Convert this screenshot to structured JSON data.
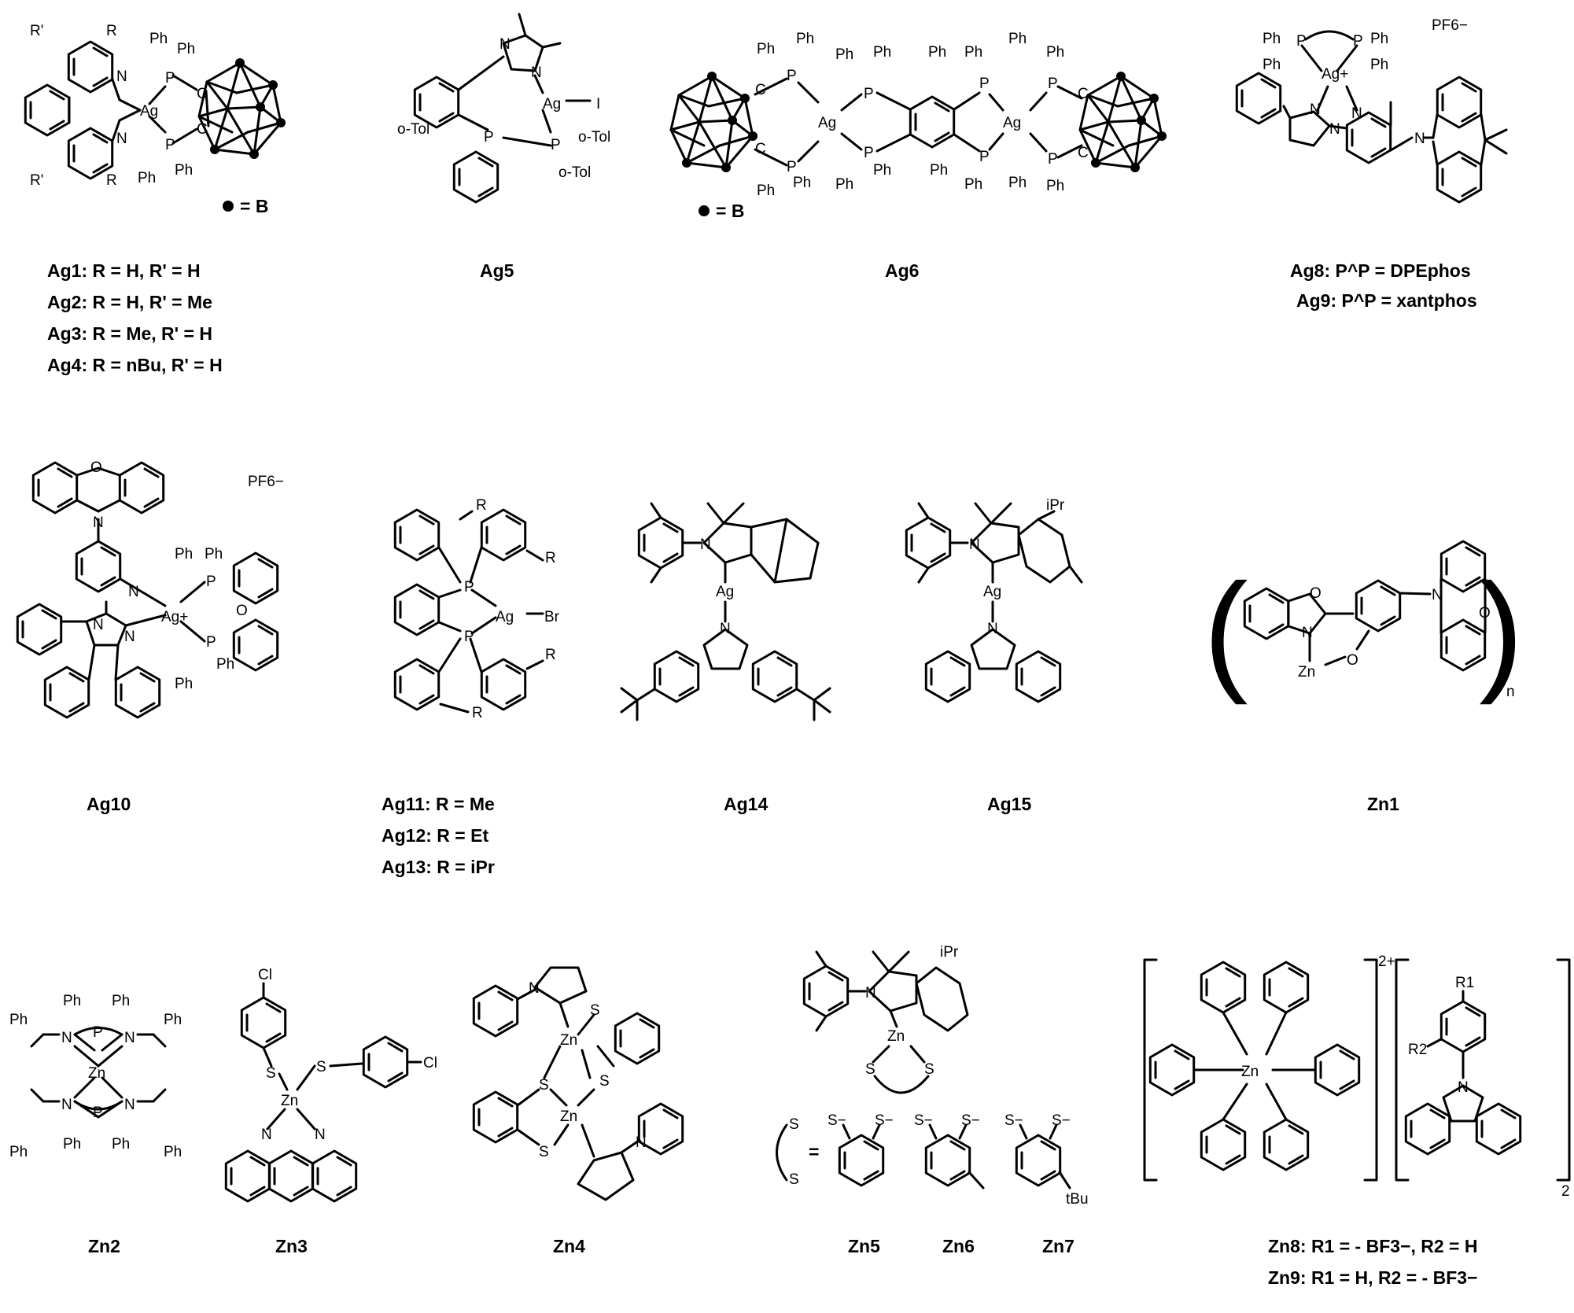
{
  "figure": {
    "labels": {
      "ag1_4": [
        "Ag1: R = H, R' = H",
        "Ag2: R = H, R' = Me",
        "Ag3: R = Me, R' = H",
        "Ag4: R = nBu, R' = H"
      ],
      "ag5": "Ag5",
      "ag6": "Ag6",
      "ag8_9": [
        "Ag8: P^P = DPEphos",
        "Ag9: P^P = xantphos"
      ],
      "ag10": "Ag10",
      "ag11_13": [
        "Ag11: R = Me",
        "Ag12: R = Et",
        "Ag13: R = iPr"
      ],
      "ag14": "Ag14",
      "ag15": "Ag15",
      "zn1": "Zn1",
      "zn2": "Zn2",
      "zn3": "Zn3",
      "zn4": "Zn4",
      "zn5": "Zn5",
      "zn6": "Zn6",
      "zn7": "Zn7",
      "zn8_9": [
        "Zn8: R1 = - BF3−, R2 = H",
        "Zn9: R1 = H, R2 = - BF3−"
      ]
    },
    "legend": {
      "boron": "= B"
    },
    "atoms": {
      "ag": "Ag",
      "ag_plus": "Ag+",
      "zn": "Zn",
      "n": "N",
      "p": "P",
      "c": "C",
      "o": "O",
      "s": "S",
      "s_minus": "S−",
      "i": "I",
      "br": "Br",
      "cl": "Cl",
      "ph": "Ph",
      "o_tol": "o-Tol",
      "r": "R",
      "r_prime": "R'",
      "r1": "R1",
      "r2": "R2",
      "ipr": "iPr",
      "tbu": "tBu",
      "pf6": "PF6−",
      "n_sub": "n",
      "charge_2plus": "2+",
      "sub_2": "2",
      "plus": "+",
      "equals": "="
    }
  }
}
